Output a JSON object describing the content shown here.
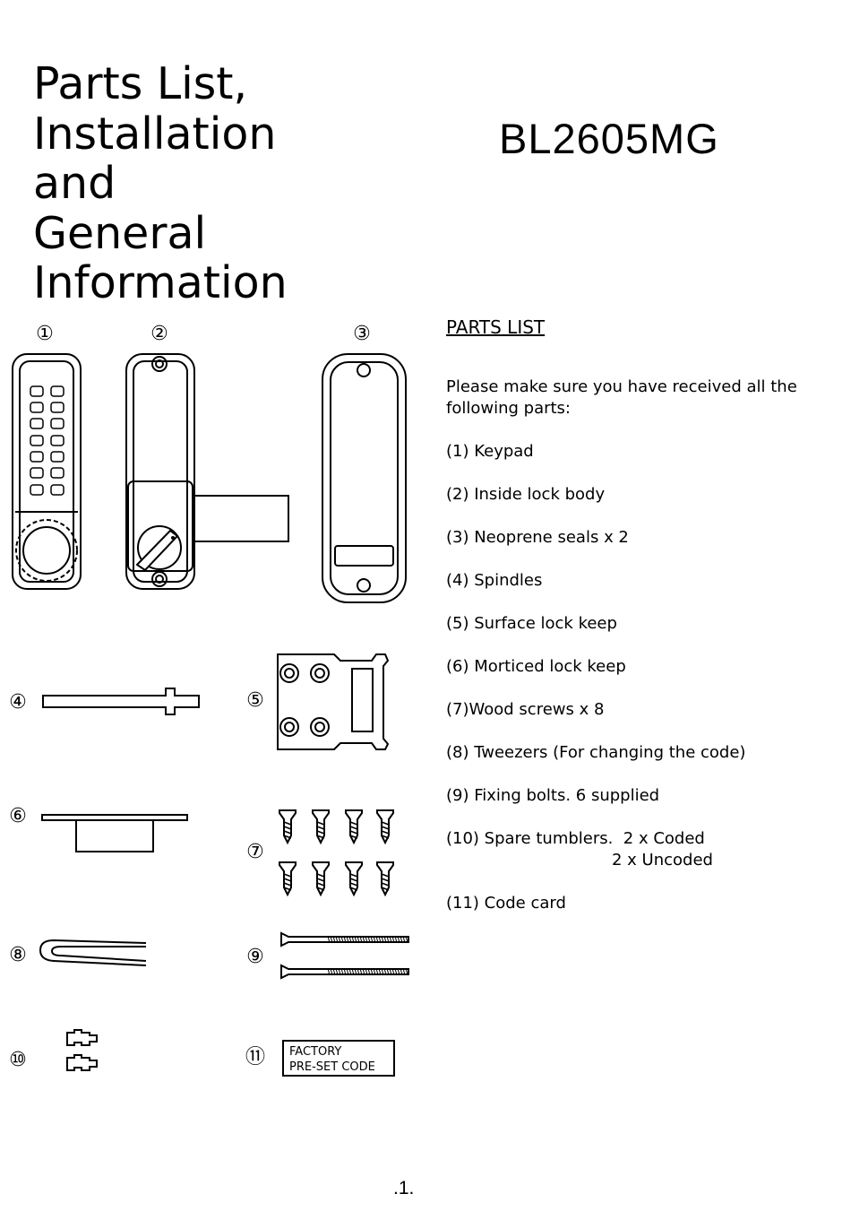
{
  "title_lines": [
    "Parts List,",
    "Installation",
    "and",
    "General",
    "Information"
  ],
  "model": "BL2605MG",
  "parts_list": {
    "heading": "PARTS LIST",
    "intro_1": "Please make sure you have received all the",
    "intro_2": "following parts:",
    "items": [
      "(1) Keypad",
      "(2) Inside lock body",
      "(3) Neoprene seals x 2",
      "(4) Spindles",
      "(5) Surface lock keep",
      "(6) Morticed lock keep",
      "(7)Wood screws x 8",
      "(8) Tweezers (For changing the code)",
      "(9) Fixing bolts. 6 supplied",
      "(10) Spare tumblers.  2 x Coded",
      "(11) Code card"
    ],
    "item_10_extra": "2 x Uncoded"
  },
  "figure_numbers": [
    "①",
    "②",
    "③",
    "④",
    "⑤",
    "⑥",
    "⑦",
    "⑧",
    "⑨",
    "⑩",
    "⑪"
  ],
  "code_card": {
    "line_1": "FACTORY",
    "line_2": "PRE-SET CODE"
  },
  "page_number": ".1."
}
